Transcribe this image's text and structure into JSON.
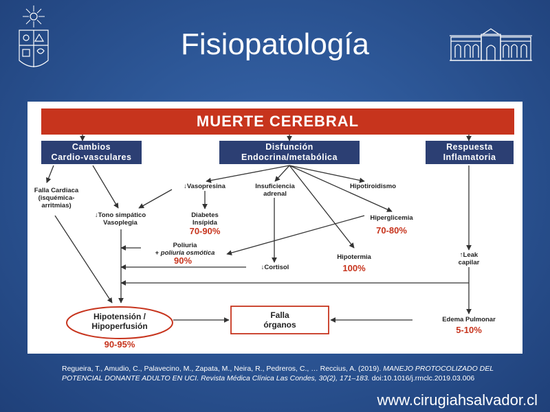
{
  "slide": {
    "title": "Fisiopatología",
    "website": "www.cirugiahsalvador.cl"
  },
  "diagram": {
    "banner": "MUERTE CEREBRAL",
    "headers": {
      "cardio_l1": "Cambios",
      "cardio_l2": "Cardio-vasculares",
      "endocrine_l1": "Disfunción",
      "endocrine_l2": "Endocrina/metabólica",
      "inflam_l1": "Respuesta",
      "inflam_l2": "Inflamatoria"
    },
    "nodes": {
      "falla_l1": "Falla Cardiaca",
      "falla_l2": "(isquémica-",
      "falla_l3": "arritmias)",
      "tono_l1": "↓Tono simpático",
      "tono_l2": "Vasoplegia",
      "vasopresina": "↓Vasopresina",
      "insuf_l1": "Insuficiencia",
      "insuf_l2": "adrenal",
      "hipotiroidismo": "Hipotiroidismo",
      "diabetes_l1": "Diabetes",
      "diabetes_l2": "Insípida",
      "hiperglicemia": "Hiperglicemia",
      "poliuria_l1": "Poliuria",
      "poliuria_l2_prefix": "+ ",
      "poliuria_l2_italic": "poliuria osmótica",
      "hipotermia": "Hipotermia",
      "cortisol": "↓Cortisol",
      "leak_l1": "↑Leak",
      "leak_l2": "capilar",
      "hipotension_l1": "Hipotensión /",
      "hipotension_l2": "Hipoperfusión",
      "falla_organos_l1": "Falla",
      "falla_organos_l2": "órganos",
      "edema": "Edema Pulmonar"
    },
    "percentages": {
      "diabetes": "70-90%",
      "hiperglicemia": "70-80%",
      "poliuria": "90%",
      "hipotermia": "100%",
      "hipotension": "90-95%",
      "edema": "5-10%"
    },
    "colors": {
      "banner": "#c7341d",
      "header": "#2c3f73",
      "percent": "#c7341d",
      "slide_bg": "#2d5797"
    }
  },
  "citation": {
    "authors": "Regueira, T., Amudio, C., Palavecino, M., Zapata, M., Neira, R., Pedreros, C., … Reccius, A. (2019).",
    "title_italic": "MANEJO PROTOCOLIZADO DEL POTENCIAL DONANTE ADULTO EN UCI. Revista Médica Clínica Las Condes, 30(2), 171–183.",
    "doi": "doi:10.1016/j.rmclc.2019.03.006"
  }
}
